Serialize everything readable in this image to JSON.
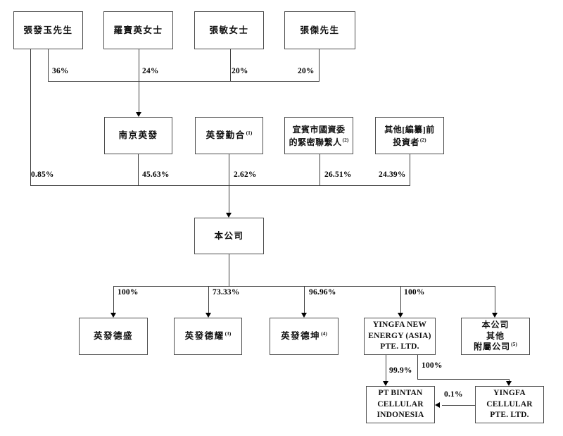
{
  "diagram": {
    "type": "shareholding-structure-chart",
    "background": "#ffffff",
    "colors": {
      "box_border": "#4d4d4d",
      "line": "#3d3d3d",
      "text": "#111111",
      "arrow": "#000000"
    }
  },
  "nodes": {
    "zhang_fayu": {
      "label": "張發玉先生"
    },
    "luo_baoying": {
      "label": "羅寶英女士"
    },
    "zhang_min": {
      "label": "張敏女士"
    },
    "zhang_jie": {
      "label": "張傑先生"
    },
    "nanjing_yingfa": {
      "label": "南京英發"
    },
    "yingfa_qinhe": {
      "label": "英發勤合",
      "sup": "(1)"
    },
    "yibin_contacts": {
      "line1": "宜賓市國資委",
      "line2": "的緊密聯繫人",
      "sup": "(2)"
    },
    "other_investors": {
      "line1": "其他[編纂]前",
      "line2": "投資者",
      "sup": "(2)"
    },
    "company": {
      "label": "本公司"
    },
    "yingfa_desheng": {
      "label": "英發德盛"
    },
    "yingfa_deyao": {
      "label": "英發德耀",
      "sup": "(3)"
    },
    "yingfa_dekun": {
      "label": "英發德坤",
      "sup": "(4)"
    },
    "yingfa_new_energy": {
      "line1": "YINGFA NEW",
      "line2": "ENERGY (ASIA)",
      "line3": "PTE. LTD."
    },
    "other_subsidiaries": {
      "line1": "本公司",
      "line2": "其他",
      "line3": "附屬公司",
      "sup": "(5)"
    },
    "pt_bintan": {
      "line1": "PT BINTAN",
      "line2": "CELLULAR",
      "line3": "INDONESIA"
    },
    "yingfa_cellular": {
      "line1": "YINGFA",
      "line2": "CELLULAR",
      "line3": "PTE. LTD."
    }
  },
  "percents": {
    "p36": "36%",
    "p24": "24%",
    "p20a": "20%",
    "p20b": "20%",
    "p085": "0.85%",
    "p4563": "45.63%",
    "p262": "2.62%",
    "p2651": "26.51%",
    "p2439": "24.39%",
    "p100a": "100%",
    "p7333": "73.33%",
    "p9696": "96.96%",
    "p100b": "100%",
    "p999": "99.9%",
    "p100c": "100%",
    "p01": "0.1%"
  },
  "edges": [
    {
      "from": "張發玉先生",
      "to": "南京英發",
      "label": "36%"
    },
    {
      "from": "羅寶英女士",
      "to": "南京英發",
      "label": "24%"
    },
    {
      "from": "張敏女士",
      "to": "南京英發",
      "label": "20%"
    },
    {
      "from": "張傑先生",
      "to": "南京英發",
      "label": "20%"
    },
    {
      "from": "張發玉先生",
      "to": "本公司",
      "label": "0.85%"
    },
    {
      "from": "南京英發",
      "to": "本公司",
      "label": "45.63%"
    },
    {
      "from": "英發勤合",
      "to": "本公司",
      "label": "2.62%"
    },
    {
      "from": "宜賓市國資委的緊密聯繫人",
      "to": "本公司",
      "label": "26.51%"
    },
    {
      "from": "其他[編纂]前投資者",
      "to": "本公司",
      "label": "24.39%"
    },
    {
      "from": "本公司",
      "to": "英發德盛",
      "label": "100%"
    },
    {
      "from": "本公司",
      "to": "英發德耀",
      "label": "73.33%"
    },
    {
      "from": "本公司",
      "to": "英發德坤",
      "label": "96.96%"
    },
    {
      "from": "本公司",
      "to": "YINGFA NEW ENERGY (ASIA) PTE. LTD.",
      "label": "100%"
    },
    {
      "from": "本公司",
      "to": "本公司其他附屬公司",
      "label": ""
    },
    {
      "from": "YINGFA NEW ENERGY (ASIA) PTE. LTD.",
      "to": "PT BINTAN CELLULAR INDONESIA",
      "label": "99.9%"
    },
    {
      "from": "YINGFA NEW ENERGY (ASIA) PTE. LTD.",
      "to": "YINGFA CELLULAR PTE. LTD.",
      "label": "100%"
    },
    {
      "from": "YINGFA CELLULAR PTE. LTD.",
      "to": "PT BINTAN CELLULAR INDONESIA",
      "label": "0.1%"
    }
  ]
}
